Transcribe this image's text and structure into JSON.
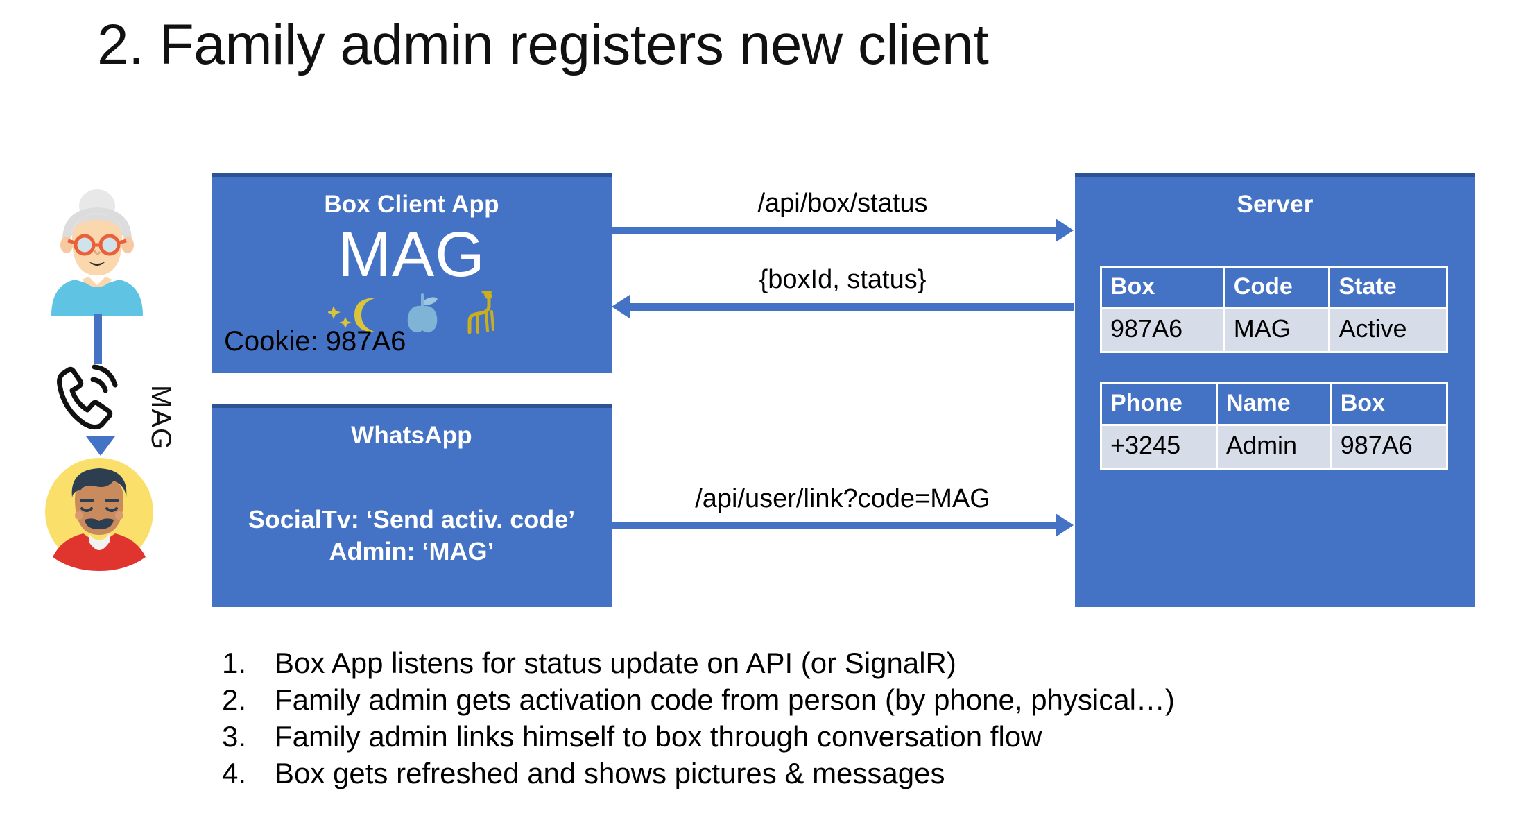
{
  "title": "2. Family admin registers new client",
  "colors": {
    "panel_blue": "#4472C4",
    "panel_border": "#2E5395",
    "table_row": "#D6DCE8",
    "arrow": "#4472C4"
  },
  "actors": {
    "elder_avatar": "elderly-woman-avatar",
    "phone_icon": "ringing-phone-icon",
    "phone_label": "MAG",
    "admin_avatar": "man-avatar"
  },
  "panels": {
    "box_client": {
      "title": "Box Client App",
      "code": "MAG",
      "icons": [
        "moon-stars-icon",
        "apple-icon",
        "giraffe-icon"
      ],
      "cookie": "Cookie: 987A6"
    },
    "whatsapp": {
      "title": "WhatsApp",
      "message_1": "SocialTv: ‘Send activ. code’",
      "message_2": "Admin: ‘MAG’"
    },
    "server": {
      "title": "Server",
      "table_box": {
        "headers": [
          "Box",
          "Code",
          "State"
        ],
        "rows": [
          [
            "987A6",
            "MAG",
            "Active"
          ]
        ]
      },
      "table_user": {
        "headers": [
          "Phone",
          "Name",
          "Box"
        ],
        "rows": [
          [
            "+3245",
            "Admin",
            "987A6"
          ]
        ]
      }
    }
  },
  "arrows": [
    {
      "label": "/api/box/status",
      "direction": "right"
    },
    {
      "label": "{boxId, status}",
      "direction": "left"
    },
    {
      "label": "/api/user/link?code=MAG",
      "direction": "right"
    }
  ],
  "steps": [
    {
      "num": "1.",
      "text": "Box App listens for status update on API (or SignalR)"
    },
    {
      "num": "2.",
      "text": "Family admin gets activation code from person (by phone, physical…)"
    },
    {
      "num": "3.",
      "text": "Family admin links himself to box through conversation flow"
    },
    {
      "num": "4.",
      "text": "Box gets refreshed and shows pictures & messages"
    }
  ]
}
